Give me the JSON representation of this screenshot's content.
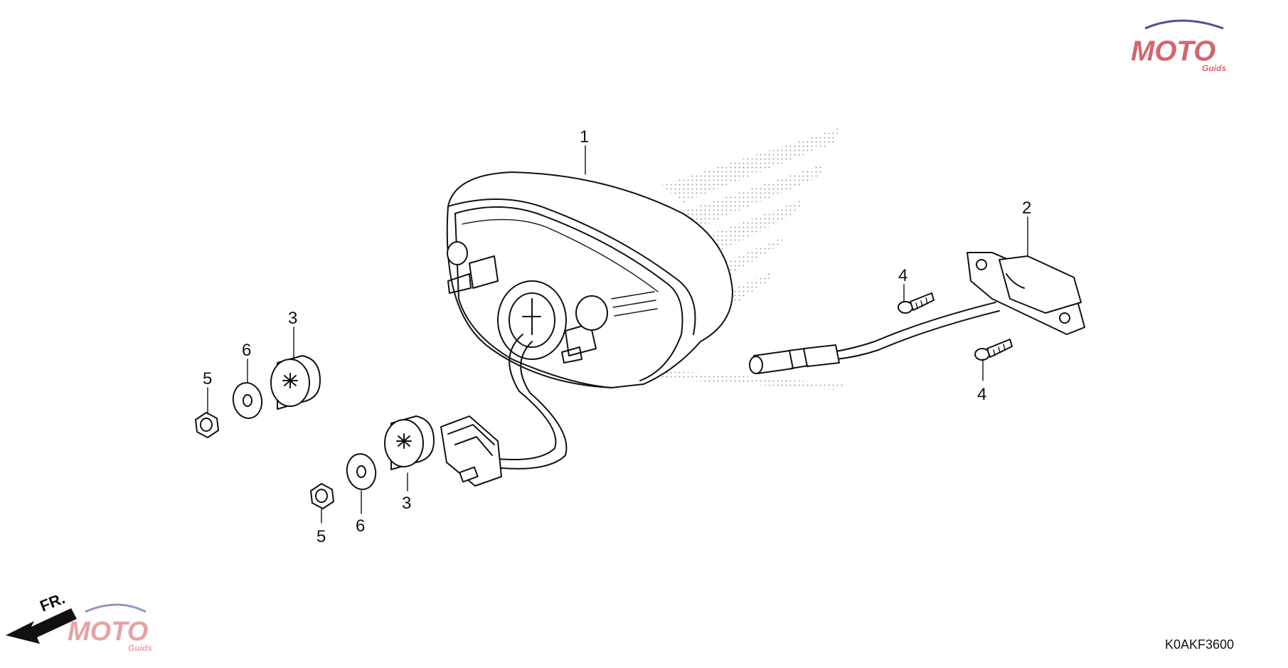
{
  "callouts": [
    {
      "id": "1",
      "label": "1"
    },
    {
      "id": "2",
      "label": "2"
    },
    {
      "id": "3a",
      "label": "3"
    },
    {
      "id": "3b",
      "label": "3"
    },
    {
      "id": "4a",
      "label": "4"
    },
    {
      "id": "4b",
      "label": "4"
    },
    {
      "id": "5a",
      "label": "5"
    },
    {
      "id": "5b",
      "label": "5"
    },
    {
      "id": "6a",
      "label": "6"
    },
    {
      "id": "6b",
      "label": "6"
    }
  ],
  "direction_label": "FR.",
  "diagram_code": "K0AKF3600",
  "watermark": {
    "brand": "MOTO",
    "sub": "Guids",
    "accent_color": "#c8323c",
    "secondary_color": "#5b4a9a"
  }
}
